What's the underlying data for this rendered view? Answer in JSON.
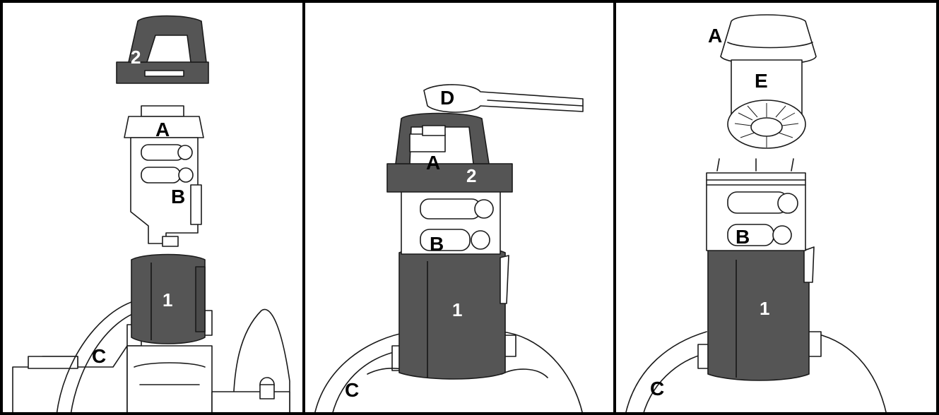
{
  "panels": [
    {
      "labels": {
        "tool_2": "2",
        "filter_head": "A",
        "valves": "B",
        "base": "C",
        "tool_1": "1"
      }
    },
    {
      "labels": {
        "wrench": "D",
        "filter_head": "A",
        "tool_2": "2",
        "valves": "B",
        "tool_1": "1",
        "base": "C"
      }
    },
    {
      "labels": {
        "filter_head": "A",
        "filter_element": "E",
        "valves": "B",
        "tool_1": "1",
        "base": "C"
      }
    }
  ]
}
